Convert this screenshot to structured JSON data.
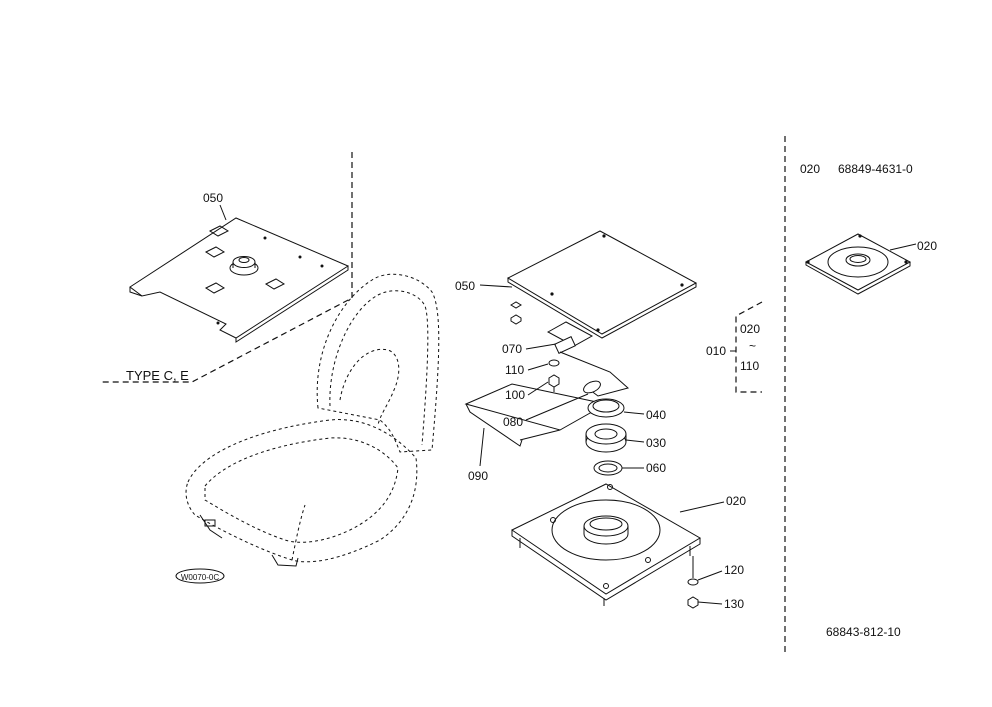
{
  "diagram": {
    "figure_code": "68843-812-10",
    "type_label": "TYPE C, E",
    "logo_text": "W0070-0C",
    "inset": {
      "part_no": "020",
      "part_number": "68849-4631-0",
      "callout": "020"
    },
    "group": {
      "code": "010",
      "from": "020",
      "tilde": "~",
      "to": "110"
    },
    "callouts": {
      "c050_top": "050",
      "c050": "050",
      "c070": "070",
      "c110": "110",
      "c100": "100",
      "c080": "080",
      "c090": "090",
      "c040": "040",
      "c030": "030",
      "c060": "060",
      "c020": "020",
      "c120": "120",
      "c130": "130"
    }
  }
}
